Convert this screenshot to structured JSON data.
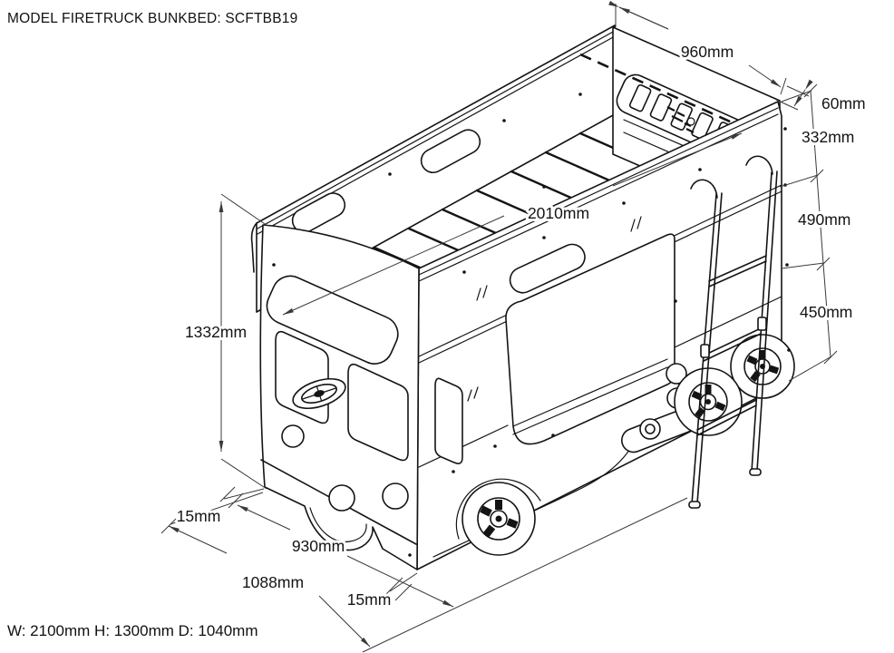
{
  "title": "MODEL FIRETRUCK BUNKBED: SCFTBB19",
  "footer": "W: 2100mm H: 1300mm D: 1040mm",
  "dimensions": {
    "top_width": "960mm",
    "top_rail_offset": "60mm",
    "guard_rail_height": "332mm",
    "bed_length": "2010mm",
    "upper_section_height": "490mm",
    "lower_section_height": "450mm",
    "overall_height": "1332mm",
    "front_recess": "15mm",
    "cab_width": "930mm",
    "base_width": "1088mm",
    "side_recess": "15mm"
  },
  "drawing": {
    "line_color": "#141414",
    "background_color": "#ffffff"
  }
}
